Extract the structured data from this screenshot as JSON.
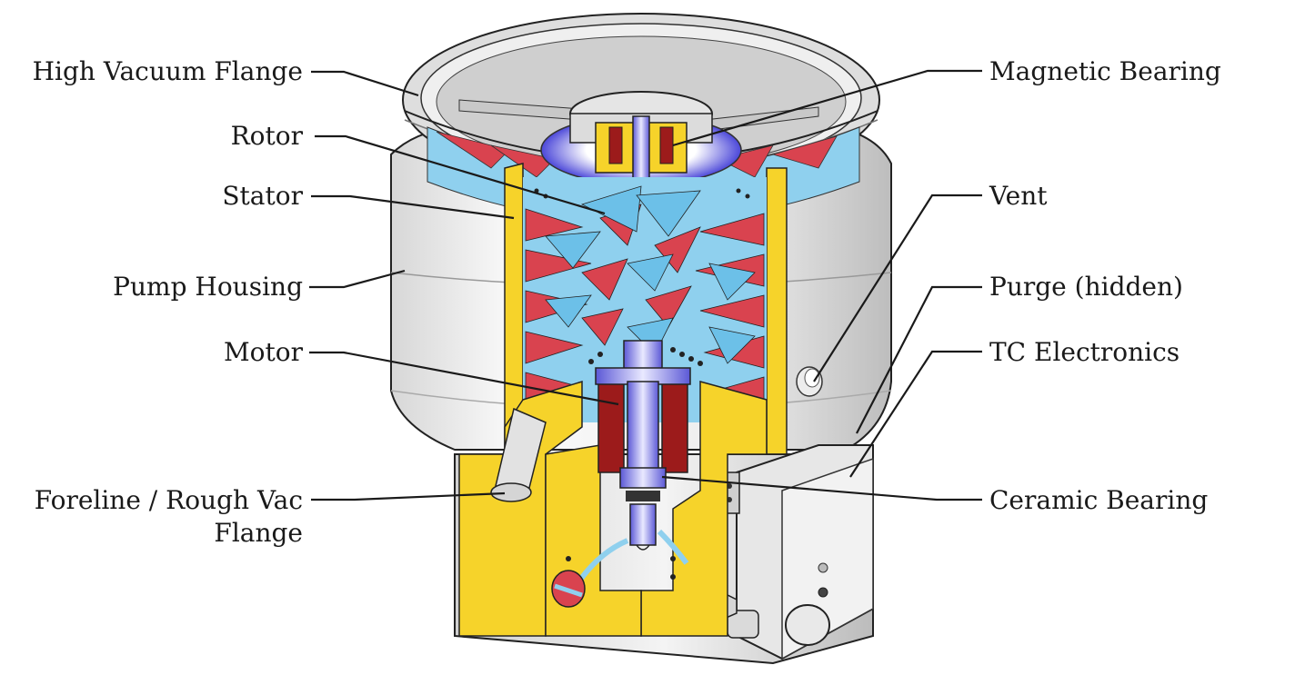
{
  "labels_left": [
    {
      "name": "label-high-vacuum-flange",
      "text": "High Vacuum Flange"
    },
    {
      "name": "label-rotor",
      "text": "Rotor"
    },
    {
      "name": "label-stator",
      "text": "Stator"
    },
    {
      "name": "label-pump-housing",
      "text": "Pump Housing"
    },
    {
      "name": "label-motor",
      "text": "Motor"
    },
    {
      "name": "label-foreline-flange-line1",
      "text": "Foreline / Rough Vac"
    },
    {
      "name": "label-foreline-flange-line2",
      "text": "Flange"
    }
  ],
  "labels_right": [
    {
      "name": "label-magnetic-bearing",
      "text": "Magnetic Bearing"
    },
    {
      "name": "label-vent",
      "text": "Vent"
    },
    {
      "name": "label-purge-hidden",
      "text": "Purge (hidden)"
    },
    {
      "name": "label-tc-electronics",
      "text": "TC Electronics"
    },
    {
      "name": "label-ceramic-bearing",
      "text": "Ceramic Bearing"
    }
  ],
  "colors": {
    "housing": "#e8e8e8",
    "yellow": "#f6d32a",
    "red": "#d9434f",
    "blue": "#8fd0ee",
    "violet": "#6a67e0",
    "dark_red": "#9c1b1b",
    "line": "#1a1a1a"
  }
}
